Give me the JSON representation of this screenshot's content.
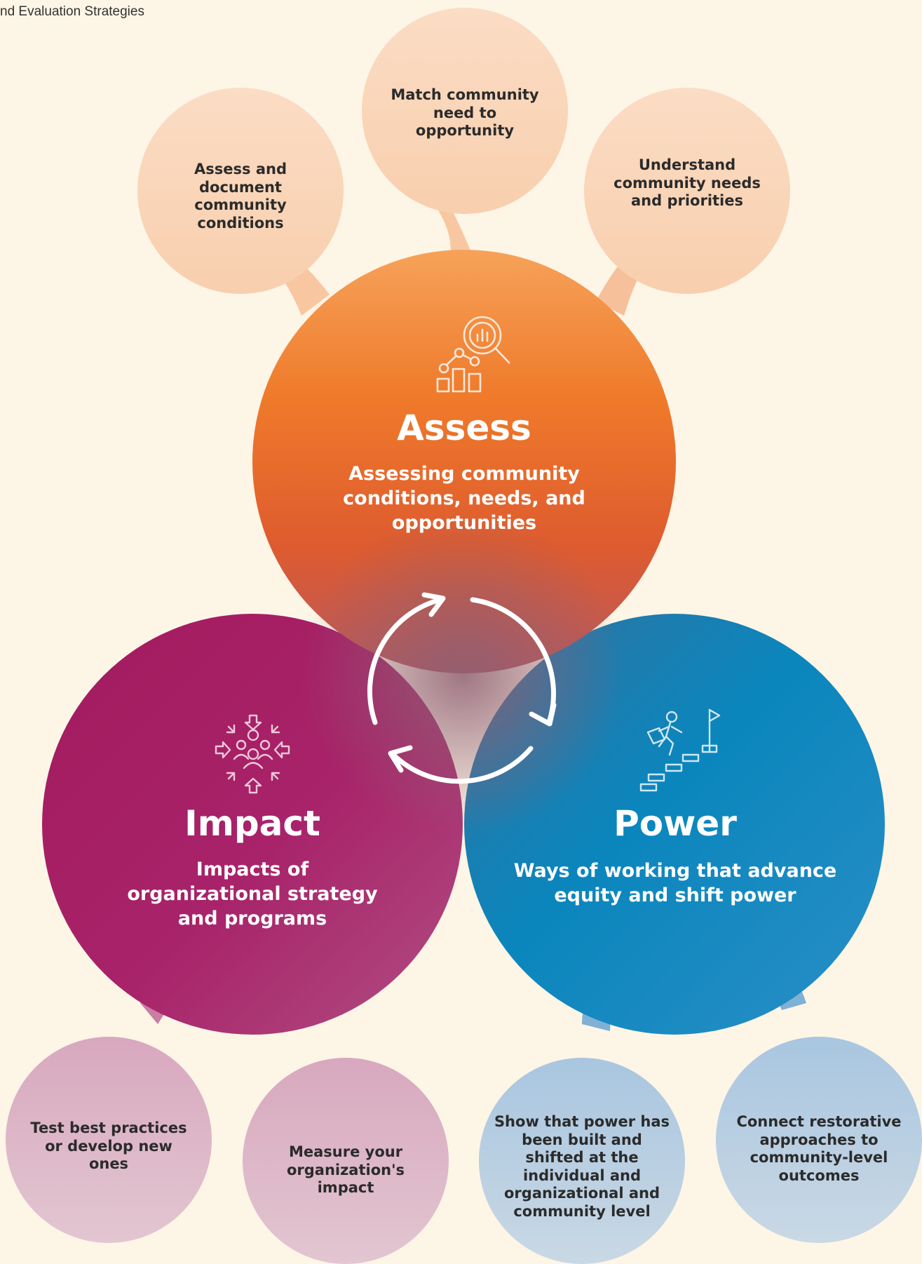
{
  "header": {
    "title_fragment": "g",
    "subtitle": "nd Evaluation Strategies"
  },
  "center": {
    "icon": "cycle-arrows-icon"
  },
  "main": [
    {
      "key": "assess",
      "title": "Assess",
      "subtitle": "Assessing community conditions, needs, and opportunities",
      "icon": "magnifier-chart-icon",
      "color": "#ee7a2a"
    },
    {
      "key": "impact",
      "title": "Impact",
      "subtitle": "Impacts of organizational strategy and programs",
      "icon": "people-converge-icon",
      "color": "#a61f63"
    },
    {
      "key": "power",
      "title": "Power",
      "subtitle": "Ways of working that advance equity and shift power",
      "icon": "stairs-flag-icon",
      "color": "#0b86bf"
    }
  ],
  "satellites": [
    {
      "group": "assess",
      "text": "Assess and document community conditions"
    },
    {
      "group": "assess",
      "text": "Match community need to opportunity"
    },
    {
      "group": "assess",
      "text": "Understand community needs and priorities"
    },
    {
      "group": "impact",
      "text": "Test best practices or develop new ones"
    },
    {
      "group": "impact",
      "text": "Measure your organization's impact"
    },
    {
      "group": "power",
      "text": "Show that power has been built and shifted at the individual and organizational and community level"
    },
    {
      "group": "power",
      "text": "Connect restorative approaches to community-level outcomes"
    }
  ]
}
